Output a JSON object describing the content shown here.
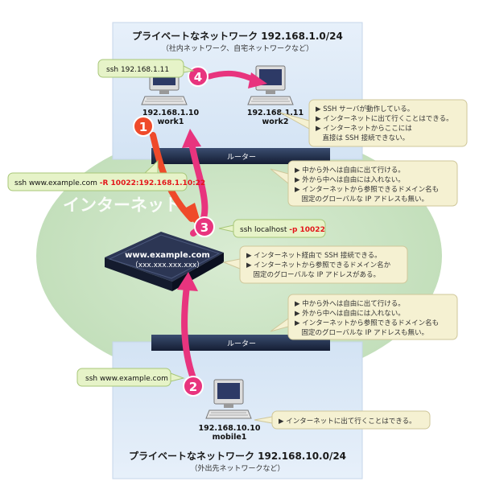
{
  "top_network": {
    "title": "プライベートなネットワーク 192.168.1.0/24",
    "subtitle": "（社内ネットワーク、自宅ネットワークなど）"
  },
  "bottom_network": {
    "title": "プライベートなネットワーク 192.168.10.0/24",
    "subtitle": "（外出先ネットワークなど）"
  },
  "internet_label": "インターネット",
  "routers": {
    "top": "ルーター",
    "bottom": "ルーター"
  },
  "hosts": {
    "work1": {
      "ip": "192.168.1.10",
      "name": "work1"
    },
    "work2": {
      "ip": "192.168.1.11",
      "name": "work2"
    },
    "mobile1": {
      "ip": "192.168.10.10",
      "name": "mobile1"
    },
    "server": {
      "name": "www.example.com",
      "ip": "（xxx.xxx.xxx.xxx）"
    }
  },
  "commands": {
    "ssh_work2": "ssh 192.168.1.11",
    "ssh_tunnel_prefix": "ssh www.example.com ",
    "ssh_tunnel_option": "-R 10022:192.168.1.10:22",
    "ssh_local_prefix": "ssh localhost ",
    "ssh_local_option": "-p 10022",
    "ssh_mobile": "ssh www.example.com"
  },
  "notes": {
    "work2": [
      "▶ SSH サーバが動作している。",
      "▶ インターネットに出て行くことはできる。",
      "▶ インターネットからここには",
      "　直接は SSH 接続できない。"
    ],
    "router_top": [
      "▶ 中から外へは自由に出て行ける。",
      "▶ 外から中へは自由には入れない。",
      "▶ インターネットから参照できるドメイン名も",
      "　固定のグローバルな IP アドレスも無い。"
    ],
    "server": [
      "▶ インターネット経由で SSH 接続できる。",
      "▶ インターネットから参照できるドメイン名か",
      "　固定のグローバルな IP アドレスがある。"
    ],
    "router_bottom": [
      "▶ 中から外へは自由に出て行ける。",
      "▶ 外から中へは自由には入れない。",
      "▶ インターネットから参照できるドメイン名も",
      "　固定のグローバルな IP アドレスも無い。"
    ],
    "mobile": [
      "▶ インターネットに出て行くことはできる。"
    ]
  },
  "steps": [
    "1",
    "2",
    "3",
    "4"
  ],
  "colors": {
    "step1": "#ef4a2a",
    "steps": "#e8347e",
    "internet": "#cfe6c8",
    "network_bg": "#dde9f7",
    "router": "#1f2d4a",
    "note_bg": "#f5f1d2",
    "note_border": "#cfc79a",
    "highlight": "#e3161b"
  }
}
